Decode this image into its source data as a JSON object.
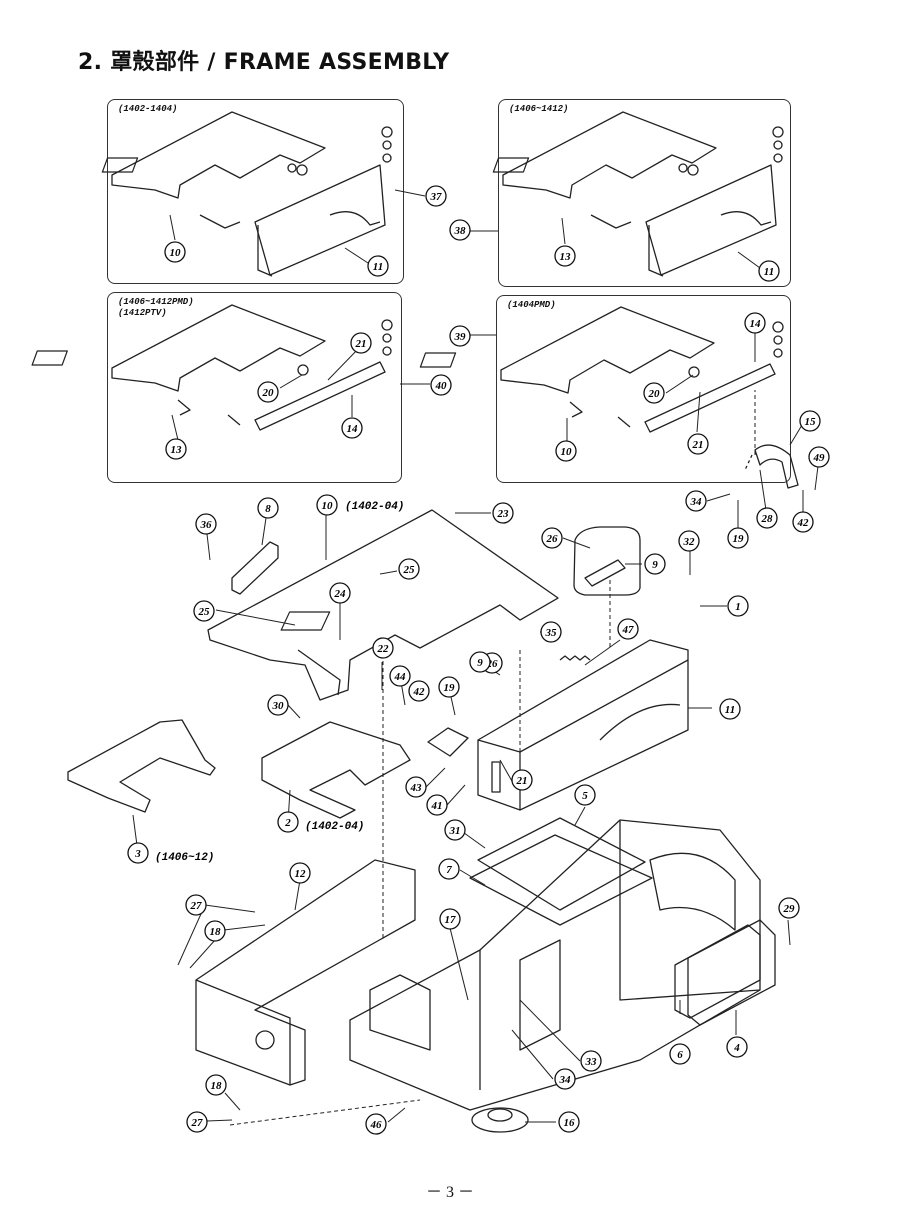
{
  "page": {
    "title": "2. 罩殼部件 / FRAME ASSEMBLY",
    "page_number": "－ 3 －"
  },
  "insets": [
    {
      "label": "(1402-1404)"
    },
    {
      "label": "(1406~1412)"
    },
    {
      "label": "(1406~1412PMD)\n(1412PTV)"
    },
    {
      "label": "(1404PMD)"
    }
  ],
  "captions": {
    "main_plate": "(1402-04)",
    "base_plate": "(1402-04)",
    "alt_plate": "(1406~12)"
  },
  "part_labels": [
    "10",
    "11",
    "37",
    "13",
    "11",
    "38",
    "20",
    "21",
    "40",
    "13",
    "14",
    "39",
    "14",
    "20",
    "10",
    "21",
    "15",
    "49",
    "34",
    "28",
    "19",
    "42",
    "36",
    "8",
    "10",
    "23",
    "26",
    "9",
    "32",
    "1",
    "25",
    "25",
    "24",
    "35",
    "47",
    "26",
    "9",
    "22",
    "44",
    "42",
    "19",
    "30",
    "11",
    "43",
    "21",
    "41",
    "2",
    "3",
    "5",
    "31",
    "12",
    "7",
    "29",
    "27",
    "18",
    "17",
    "6",
    "4",
    "33",
    "34",
    "18",
    "27",
    "46",
    "16"
  ]
}
